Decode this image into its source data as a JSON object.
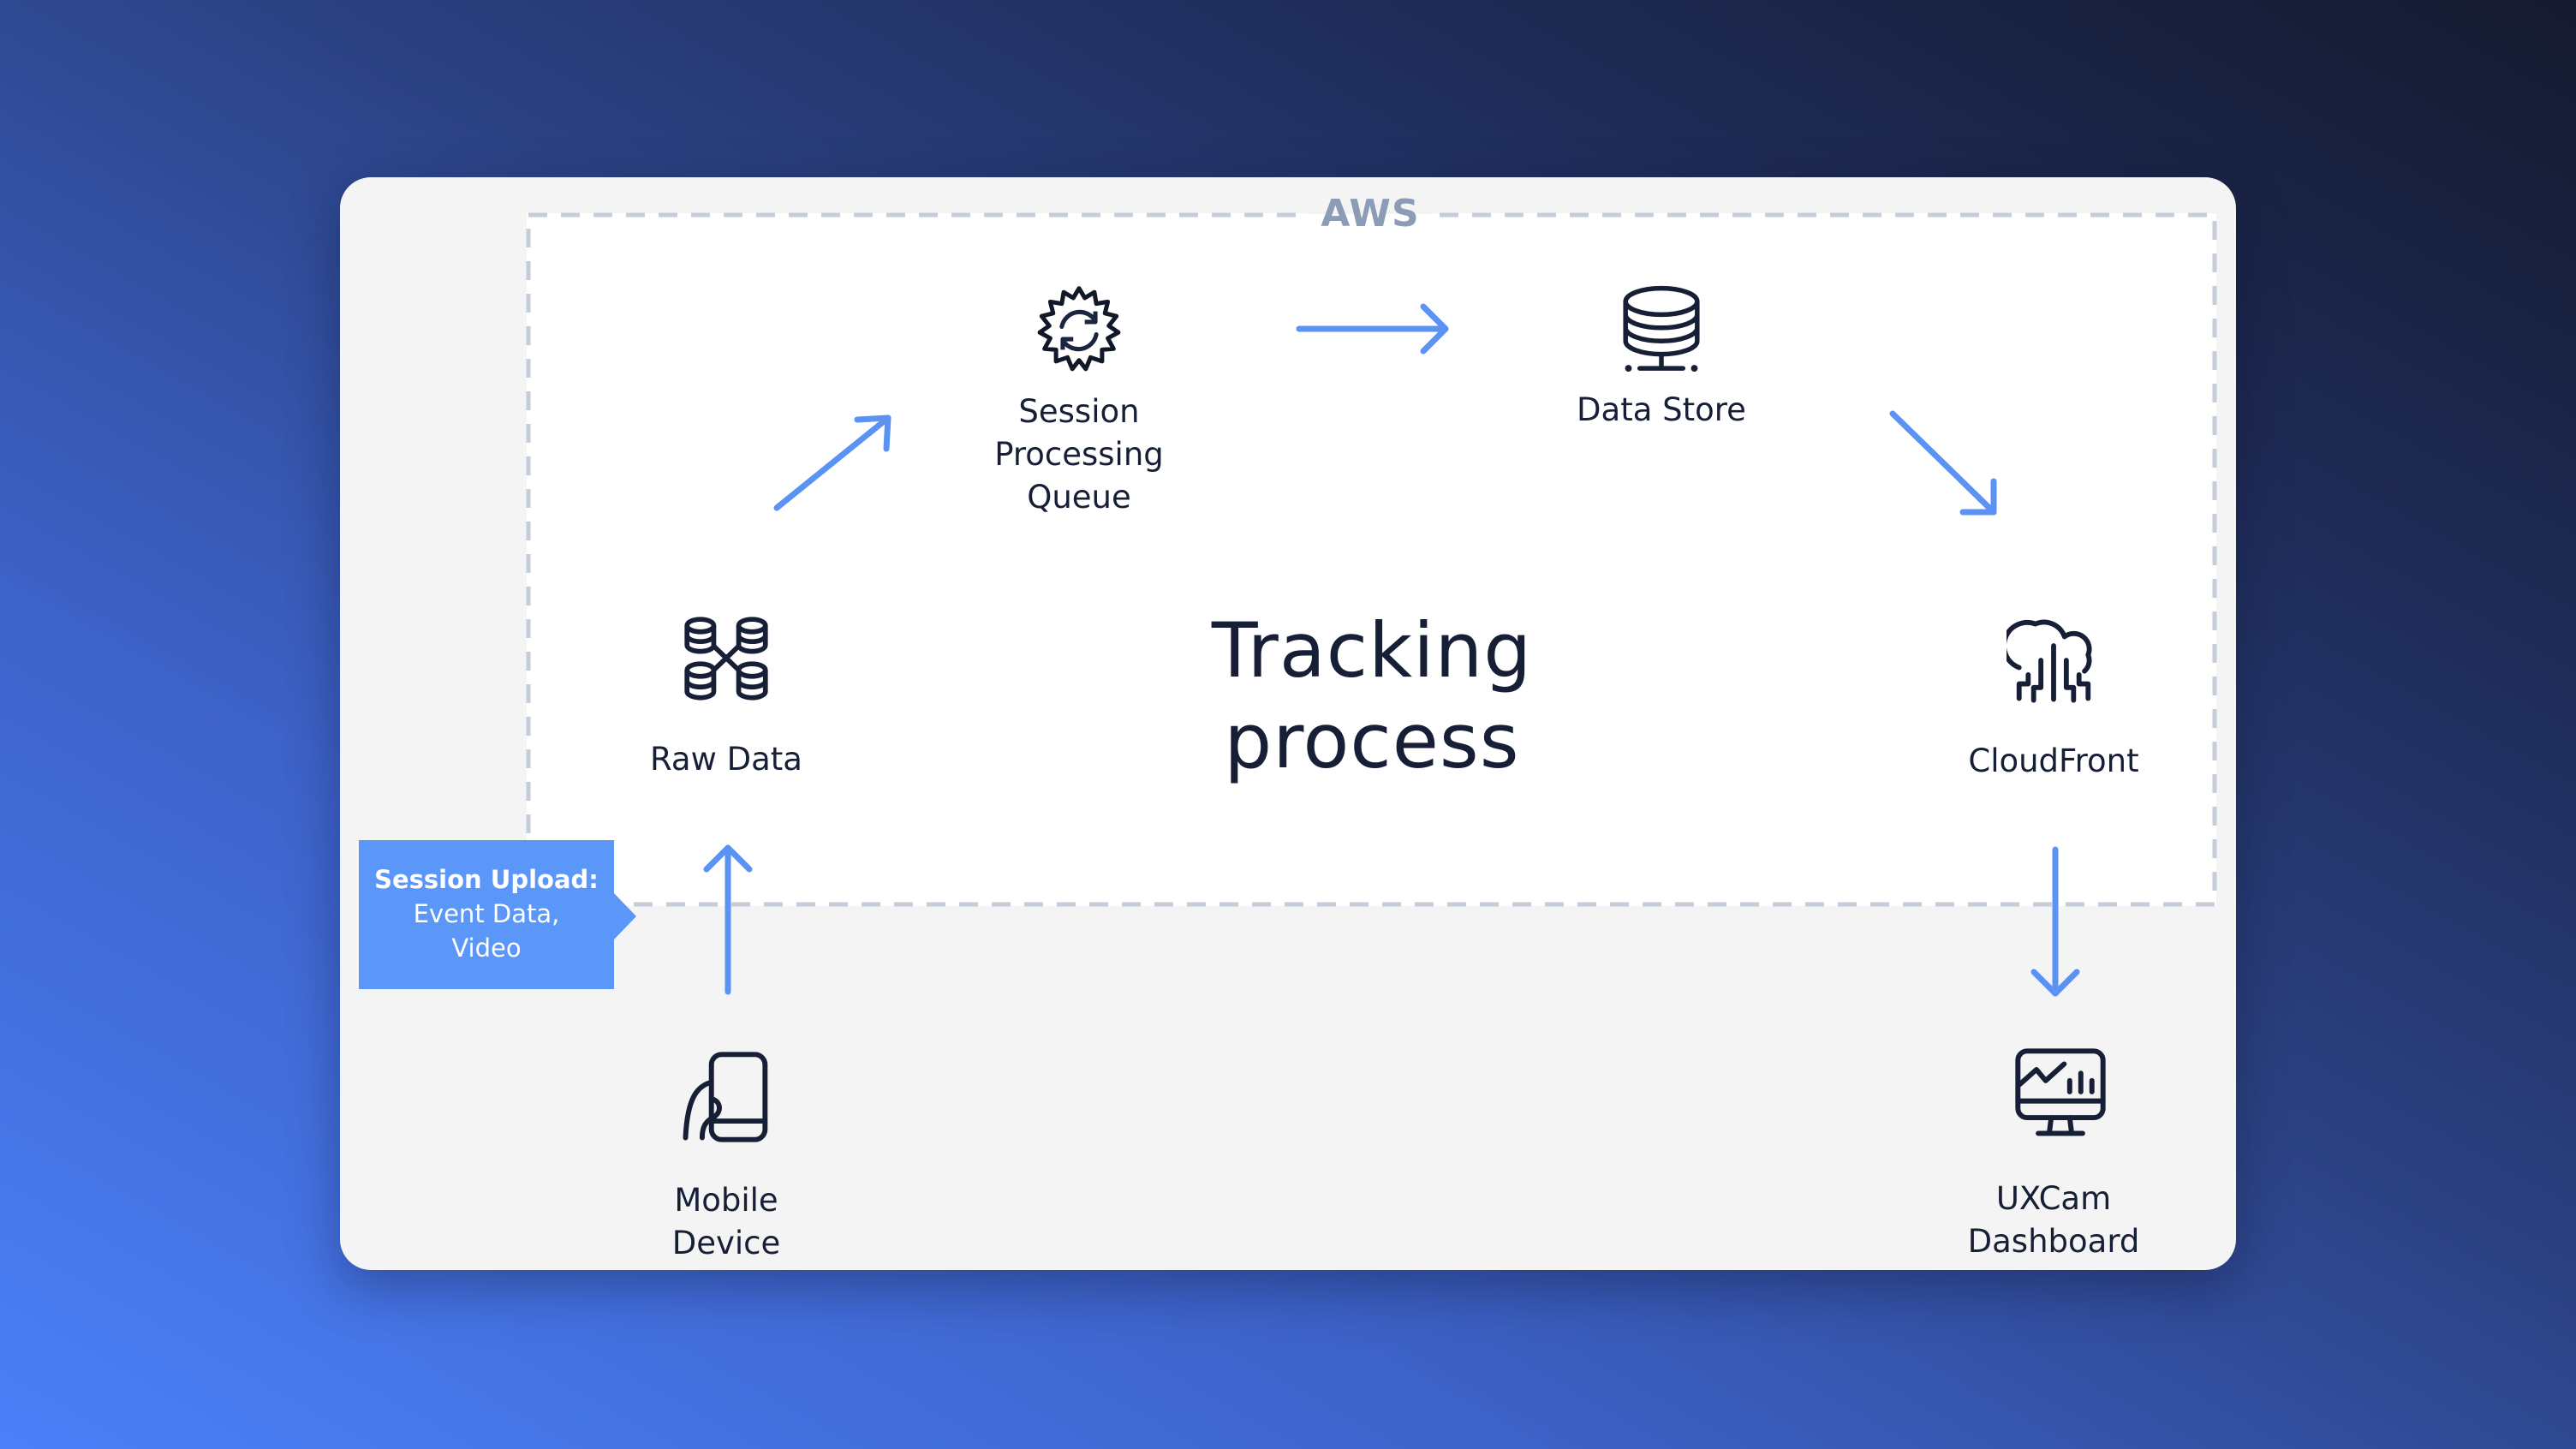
{
  "diagram": {
    "title_line1": "Tracking",
    "title_line2": "process",
    "boundary_label": "AWS",
    "nodes": {
      "session_queue": {
        "line1": "Session",
        "line2": "Processing",
        "line3": "Queue",
        "icon": "gear-sync-icon"
      },
      "data_store": {
        "label": "Data Store",
        "icon": "database-server-icon"
      },
      "raw_data": {
        "label": "Raw Data",
        "icon": "distributed-database-icon"
      },
      "cloudfront": {
        "label": "CloudFront",
        "icon": "cloud-network-icon"
      },
      "mobile_device": {
        "line1": "Mobile",
        "line2": "Device",
        "icon": "hand-holding-phone-icon"
      },
      "uxcam_dashboard": {
        "line1": "UXCam",
        "line2": "Dashboard",
        "icon": "monitor-analytics-icon"
      }
    },
    "callout": {
      "title": "Session Upload:",
      "line2": "Event Data,",
      "line3": "Video"
    },
    "flow": [
      "Mobile Device -> Raw Data",
      "Raw Data -> Session Processing Queue",
      "Session Processing Queue -> Data Store",
      "Data Store -> CloudFront",
      "CloudFront -> UXCam Dashboard"
    ]
  },
  "colors": {
    "arrow": "#5B93F5",
    "callout": "#5B97F8",
    "text": "#161F36",
    "aws_label": "#8C9CB7",
    "dashed_border": "#C5CDDA",
    "card": "#F4F4F5",
    "aws_area": "#FFFFFF",
    "bg_start": "#4B80F9",
    "bg_end": "#151A2E"
  }
}
